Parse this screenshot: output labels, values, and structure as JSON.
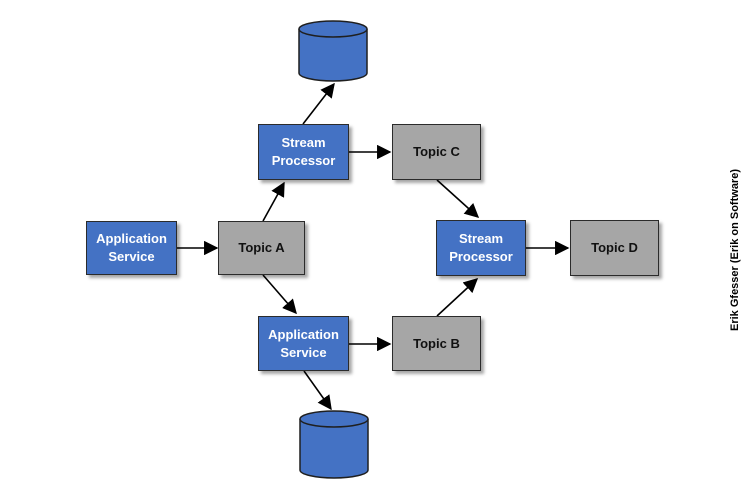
{
  "diagram": {
    "nodes": [
      {
        "id": "app1",
        "label": "Application\nService",
        "kind": "service"
      },
      {
        "id": "topicA",
        "label": "Topic A",
        "kind": "topic"
      },
      {
        "id": "sp1",
        "label": "Stream\nProcessor",
        "kind": "service"
      },
      {
        "id": "app2",
        "label": "Application\nService",
        "kind": "service"
      },
      {
        "id": "topicC",
        "label": "Topic C",
        "kind": "topic"
      },
      {
        "id": "topicB",
        "label": "Topic B",
        "kind": "topic"
      },
      {
        "id": "sp2",
        "label": "Stream\nProcessor",
        "kind": "service"
      },
      {
        "id": "topicD",
        "label": "Topic D",
        "kind": "topic"
      },
      {
        "id": "db1",
        "label": "",
        "kind": "database"
      },
      {
        "id": "db2",
        "label": "",
        "kind": "database"
      }
    ],
    "edges": [
      {
        "from": "app1",
        "to": "topicA"
      },
      {
        "from": "topicA",
        "to": "sp1"
      },
      {
        "from": "topicA",
        "to": "app2"
      },
      {
        "from": "sp1",
        "to": "db1"
      },
      {
        "from": "sp1",
        "to": "topicC"
      },
      {
        "from": "app2",
        "to": "db2"
      },
      {
        "from": "app2",
        "to": "topicB"
      },
      {
        "from": "topicC",
        "to": "sp2"
      },
      {
        "from": "topicB",
        "to": "sp2"
      },
      {
        "from": "sp2",
        "to": "topicD"
      }
    ]
  },
  "credit": "Erik Gfesser (Erik on Software)",
  "colors": {
    "service": "#4472c4",
    "topic": "#a6a6a6",
    "database": "#4472c4",
    "arrow": "#000000"
  }
}
